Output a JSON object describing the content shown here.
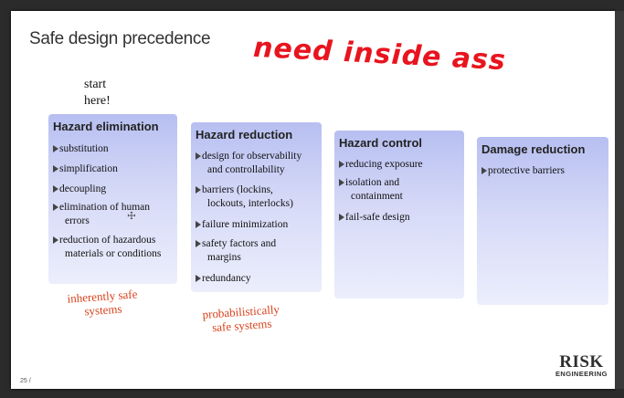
{
  "slide": {
    "title": "Safe design precedence",
    "handwriting": "need inside ass",
    "start_label_1": "start",
    "start_label_2": "here!",
    "page_number": "25 /",
    "logo_top": "RISK",
    "logo_bottom": "ENGINEERING"
  },
  "columns": [
    {
      "heading": "Hazard elimination",
      "items": [
        {
          "l1": "substitution",
          "l2": ""
        },
        {
          "l1": "simplification",
          "l2": ""
        },
        {
          "l1": "decoupling",
          "l2": ""
        },
        {
          "l1": "elimination of human",
          "l2": "errors"
        },
        {
          "l1": "reduction of hazardous",
          "l2": "materials or conditions"
        }
      ]
    },
    {
      "heading": "Hazard reduction",
      "items": [
        {
          "l1": "design for observability",
          "l2": "and controllability"
        },
        {
          "l1": "barriers (lockins,",
          "l2": "lockouts, interlocks)"
        },
        {
          "l1": "failure minimization",
          "l2": ""
        },
        {
          "l1": "safety factors and",
          "l2": "margins"
        },
        {
          "l1": "redundancy",
          "l2": ""
        }
      ]
    },
    {
      "heading": "Hazard control",
      "items": [
        {
          "l1": "reducing exposure",
          "l2": ""
        },
        {
          "l1": "isolation and",
          "l2": "containment"
        },
        {
          "l1": "fail-safe design",
          "l2": ""
        }
      ]
    },
    {
      "heading": "Damage reduction",
      "items": [
        {
          "l1": "protective barriers",
          "l2": ""
        }
      ]
    }
  ],
  "annotations": {
    "inherent_1": "inherently safe",
    "inherent_2": "systems",
    "prob_1": "probabilistically",
    "prob_2": "safe systems"
  },
  "colors": {
    "annotation_red": "#d9421c",
    "handwriting_red": "#e8141e",
    "box_top": "#b7bff1",
    "box_bottom": "#eceefc"
  }
}
